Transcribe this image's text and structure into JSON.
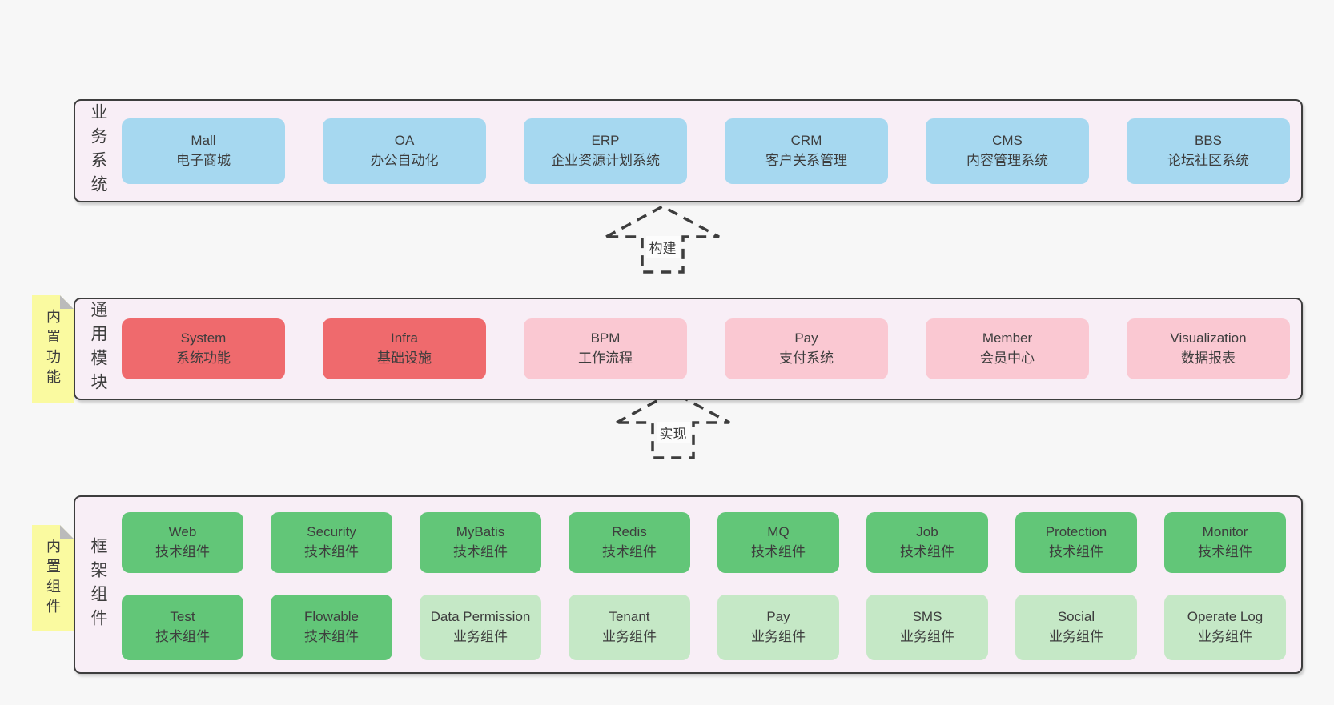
{
  "colors": {
    "page_bg": "#f7f7f7",
    "container_bg": "#f8eef6",
    "container_border": "#3d3d3d",
    "blue": "#a6d8f0",
    "red": "#ef6a6d",
    "pink": "#fac8d2",
    "green": "#62c678",
    "light_green": "#c5e8c6",
    "tag_bg": "#fafaa0",
    "tag_fold": "#bbbbbb",
    "arrow": "#3d3d3d",
    "text": "#3d3d3d"
  },
  "layers": {
    "business": {
      "label": "业务系统",
      "boxes": [
        {
          "name": "Mall",
          "desc": "电子商城",
          "variant": "blue"
        },
        {
          "name": "OA",
          "desc": "办公自动化",
          "variant": "blue"
        },
        {
          "name": "ERP",
          "desc": "企业资源计划系统",
          "variant": "blue"
        },
        {
          "name": "CRM",
          "desc": "客户关系管理",
          "variant": "blue"
        },
        {
          "name": "CMS",
          "desc": "内容管理系统",
          "variant": "blue"
        },
        {
          "name": "BBS",
          "desc": "论坛社区系统",
          "variant": "blue"
        }
      ]
    },
    "modules": {
      "label": "通用模块",
      "tag": "内置功能",
      "boxes": [
        {
          "name": "System",
          "desc": "系统功能",
          "variant": "red"
        },
        {
          "name": "Infra",
          "desc": "基础设施",
          "variant": "red"
        },
        {
          "name": "BPM",
          "desc": "工作流程",
          "variant": "pink"
        },
        {
          "name": "Pay",
          "desc": "支付系统",
          "variant": "pink"
        },
        {
          "name": "Member",
          "desc": "会员中心",
          "variant": "pink"
        },
        {
          "name": "Visualization",
          "desc": "数据报表",
          "variant": "pink"
        }
      ]
    },
    "framework": {
      "label": "框架组件",
      "tag": "内置组件",
      "row1": [
        {
          "name": "Web",
          "desc": "技术组件",
          "variant": "green"
        },
        {
          "name": "Security",
          "desc": "技术组件",
          "variant": "green"
        },
        {
          "name": "MyBatis",
          "desc": "技术组件",
          "variant": "green"
        },
        {
          "name": "Redis",
          "desc": "技术组件",
          "variant": "green"
        },
        {
          "name": "MQ",
          "desc": "技术组件",
          "variant": "green"
        },
        {
          "name": "Job",
          "desc": "技术组件",
          "variant": "green"
        },
        {
          "name": "Protection",
          "desc": "技术组件",
          "variant": "green"
        },
        {
          "name": "Monitor",
          "desc": "技术组件",
          "variant": "green"
        }
      ],
      "row2": [
        {
          "name": "Test",
          "desc": "技术组件",
          "variant": "green"
        },
        {
          "name": "Flowable",
          "desc": "技术组件",
          "variant": "green"
        },
        {
          "name": "Data Permission",
          "desc": "业务组件",
          "variant": "light"
        },
        {
          "name": "Tenant",
          "desc": "业务组件",
          "variant": "light"
        },
        {
          "name": "Pay",
          "desc": "业务组件",
          "variant": "light"
        },
        {
          "name": "SMS",
          "desc": "业务组件",
          "variant": "light"
        },
        {
          "name": "Social",
          "desc": "业务组件",
          "variant": "light"
        },
        {
          "name": "Operate Log",
          "desc": "业务组件",
          "variant": "light"
        }
      ]
    }
  },
  "arrows": {
    "build": "构建",
    "implement": "实现"
  }
}
